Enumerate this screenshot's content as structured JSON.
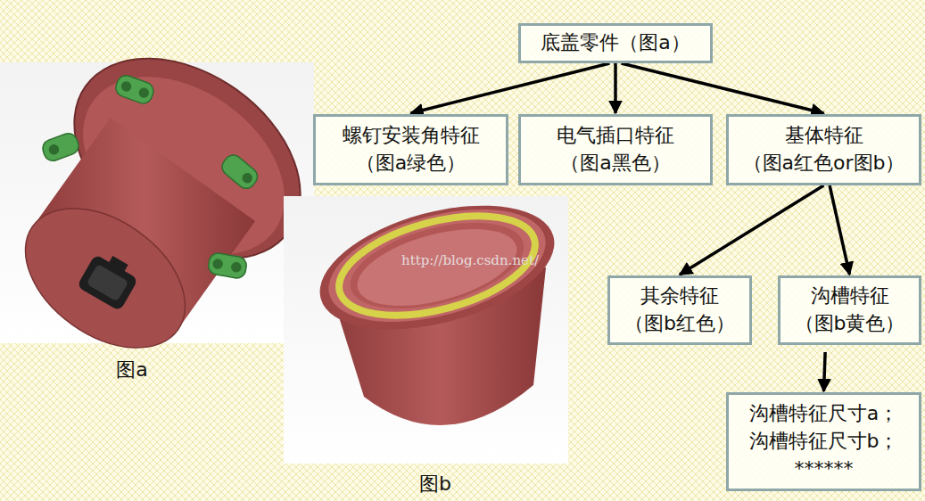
{
  "diagram": {
    "nodes": [
      {
        "text": [
          "底盖零件（图a）"
        ]
      },
      {
        "text": [
          "螺钉安装角特征",
          "（图a绿色）"
        ]
      },
      {
        "text": [
          "电气插口特征",
          "（图a黑色）"
        ]
      },
      {
        "text": [
          "基体特征",
          "（图a红色or图b）"
        ]
      },
      {
        "text": [
          "其余特征",
          "（图b红色）"
        ]
      },
      {
        "text": [
          "沟槽特征",
          "（图b黄色）"
        ]
      },
      {
        "text": [
          "沟槽特征尺寸a；",
          "沟槽特征尺寸b；",
          "******"
        ]
      }
    ],
    "edges": [
      {
        "from": 0,
        "to": 1,
        "arrow": "to"
      },
      {
        "from": 0,
        "to": 2,
        "arrow": "to"
      },
      {
        "from": 0,
        "to": 3,
        "arrow": "to"
      },
      {
        "from": 3,
        "to": 4,
        "arrow": "to"
      },
      {
        "from": 3,
        "to": 5,
        "arrow": "to"
      },
      {
        "from": 5,
        "to": 6,
        "arrow": "to"
      }
    ],
    "labels": [
      "图a",
      "图b",
      "http://blog.csdn.net/"
    ]
  }
}
